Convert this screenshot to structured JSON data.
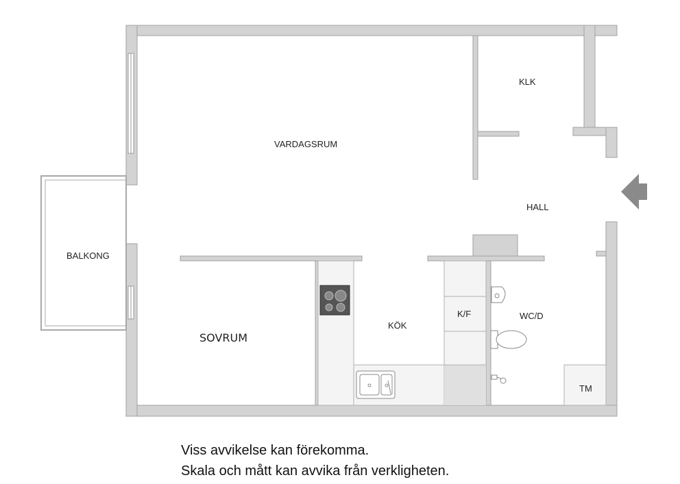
{
  "rooms": {
    "vardagsrum": "VARDAGSRUM",
    "klk": "KLK",
    "hall": "HALL",
    "balkong": "BALKONG",
    "sovrum": "SOVRUM",
    "kok": "KÖK",
    "kf": "K/F",
    "wcd": "WC/D",
    "tm": "TM"
  },
  "disclaimer": {
    "line1": "Viss avvikelse kan förekomma.",
    "line2": "Skala och mått kan avvika från verkligheten."
  },
  "colors": {
    "wall": "#d3d3d3",
    "wall_outline": "#9a9a9a",
    "fixture_fill": "#f4f4f4",
    "stove": "#555555",
    "entrance_arrow": "#8a8a8a",
    "floor_shade": "#e0e0e0"
  },
  "icons": {
    "entrance": "entrance-arrow-icon",
    "stove": "stove-icon",
    "sink": "sink-icon",
    "toilet": "toilet-icon",
    "washbasin": "washbasin-icon",
    "shower": "shower-icon"
  }
}
